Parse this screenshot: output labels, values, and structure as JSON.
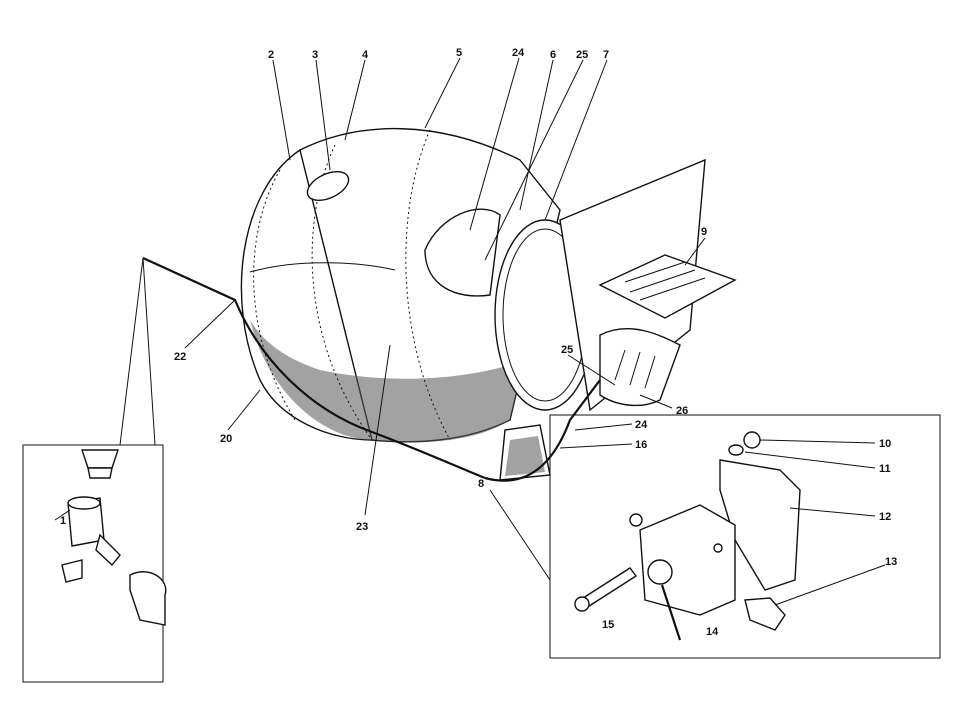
{
  "callouts": [
    "1",
    "2",
    "3",
    "4",
    "5",
    "6",
    "7",
    "8",
    "9",
    "10",
    "11",
    "12",
    "13",
    "14",
    "15",
    "16",
    "20",
    "22",
    "23",
    "24",
    "24",
    "25",
    "25",
    "26"
  ]
}
